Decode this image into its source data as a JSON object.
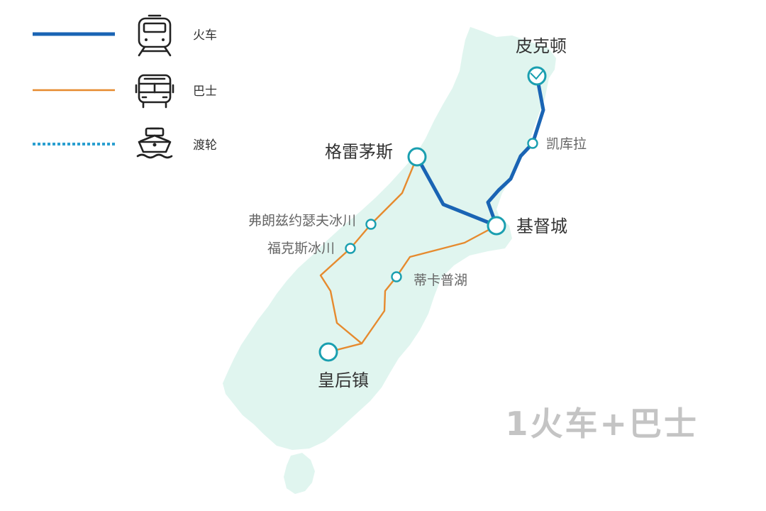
{
  "legend": {
    "train": {
      "label": "火车",
      "icon": "train-icon"
    },
    "bus": {
      "label": "巴士",
      "icon": "bus-icon"
    },
    "ferry": {
      "label": "渡轮",
      "icon": "ferry-icon"
    }
  },
  "cities": {
    "picton": "皮克顿",
    "kaikoura": "凯库拉",
    "greymouth": "格雷茅斯",
    "christchurch": "基督城",
    "franz_josef": "弗朗兹约瑟夫冰川",
    "fox_glacier": "福克斯冰川",
    "tekapo": "蒂卡普湖",
    "queenstown": "皇后镇"
  },
  "route_label": "1火车+巴士",
  "colors": {
    "land": "#e0f5ef",
    "train": "#1a64b4",
    "bus": "#e68a2e",
    "ferry": "#2a9fd0",
    "stop": "#1a9fb0",
    "watermark": "#c4c4c4"
  }
}
